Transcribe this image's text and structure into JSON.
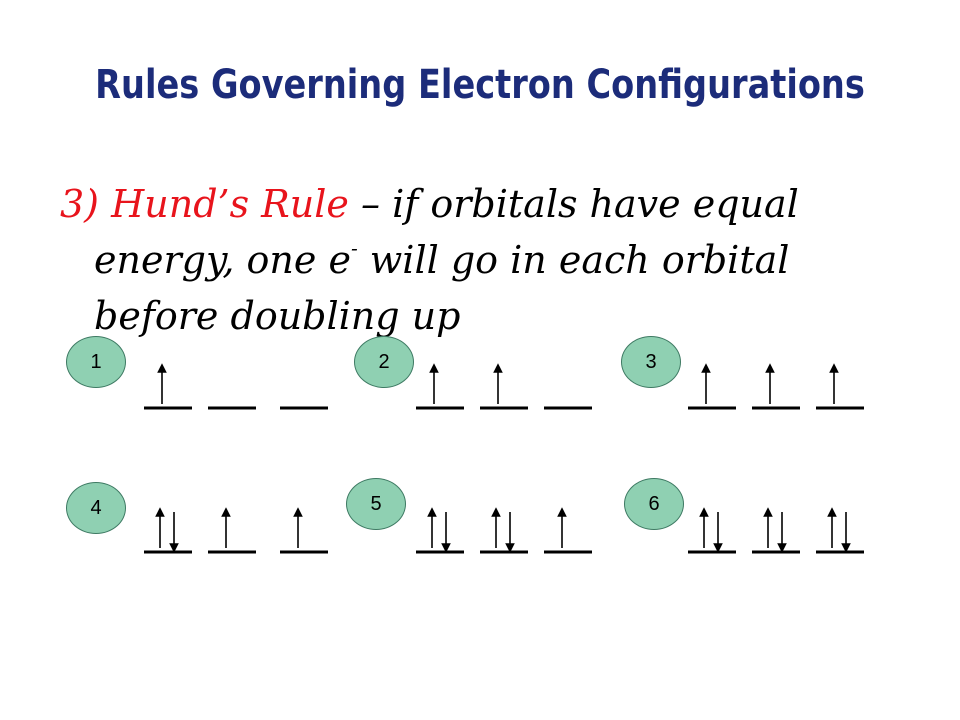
{
  "title": "Rules Governing Electron Configurations",
  "rule": {
    "number": "3)",
    "name": "Hund’s Rule",
    "line1_rest": "– if orbitals have equal",
    "line2_a": "energy, one e",
    "line2_sup": "-",
    "line2_b": " will go in each orbital",
    "line3": "before doubling up"
  },
  "colors": {
    "title": "#1c2c7a",
    "rule_name": "#e8141c",
    "badge": "#8fd0b2"
  },
  "examples": [
    {
      "label": "1",
      "orbitals": [
        "up",
        "empty",
        "empty"
      ]
    },
    {
      "label": "2",
      "orbitals": [
        "up",
        "up",
        "empty"
      ]
    },
    {
      "label": "3",
      "orbitals": [
        "up",
        "up",
        "up"
      ]
    },
    {
      "label": "4",
      "orbitals": [
        "pair",
        "up",
        "up"
      ]
    },
    {
      "label": "5",
      "orbitals": [
        "pair",
        "pair",
        "up"
      ]
    },
    {
      "label": "6",
      "orbitals": [
        "pair",
        "pair",
        "pair"
      ]
    }
  ]
}
